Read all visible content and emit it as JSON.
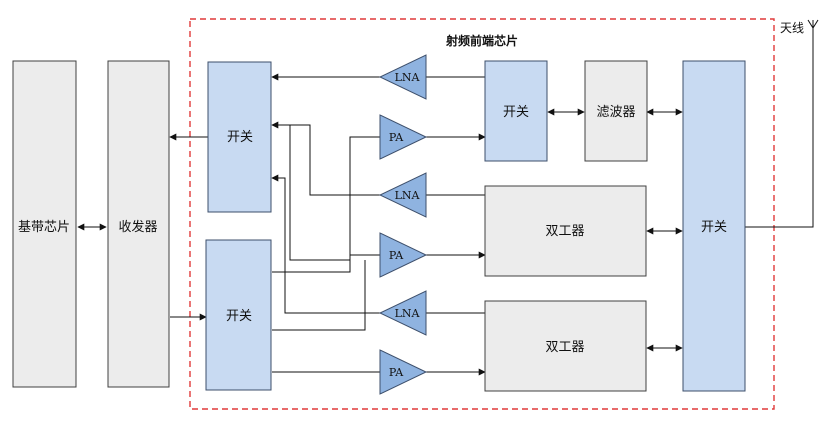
{
  "diagram": {
    "title": "射频前端芯片",
    "antenna_label": "天线",
    "colors": {
      "border": "#e03a3a",
      "blue_fill": "#c8daf2",
      "blue_stroke": "#3d4f6b",
      "gray_fill": "#ececec",
      "gray_stroke": "#404040",
      "amp_fill": "#8fb3e0",
      "line": "#111111"
    },
    "blocks": {
      "baseband": "基带芯片",
      "transceiver": "收发器",
      "switch_top": "开关",
      "switch_bottom": "开关",
      "switch_right_small": "开关",
      "filter": "滤波器",
      "duplexer_1": "双工器",
      "duplexer_2": "双工器",
      "switch_antenna": "开关"
    },
    "amplifiers": {
      "lna_1": "LNA",
      "pa_1": "PA",
      "lna_2": "LNA",
      "pa_2": "PA",
      "lna_3": "LNA",
      "pa_3": "PA"
    }
  }
}
